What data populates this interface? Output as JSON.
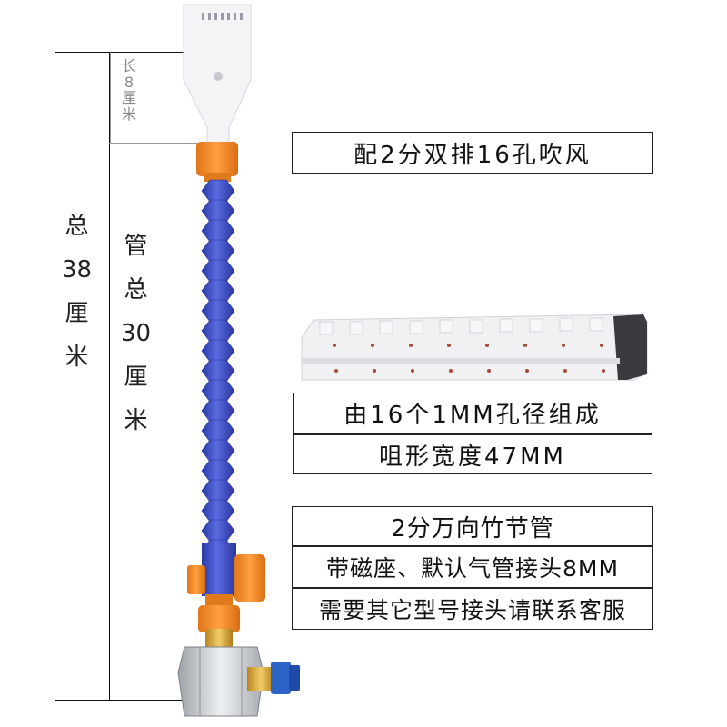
{
  "dimensions": {
    "total_length": [
      "总",
      "38",
      "厘",
      "米"
    ],
    "pipe_length": [
      "管",
      "总",
      "30",
      "厘",
      "米"
    ],
    "nozzle_length": [
      "长",
      "8",
      "厘",
      "米"
    ]
  },
  "labels": {
    "nozzle_type": "配2分双排16孔吹风",
    "hole_spec": "由16个1MM孔径组成",
    "mouth_width": "咀形宽度47MM",
    "pipe_type": "2分万向竹节管",
    "accessories": "带磁座、默认气管接头8MM",
    "contact": "需要其它型号接头请联系客服"
  },
  "colors": {
    "pipe_blue": "#3f4fc9",
    "fitting_orange": "#f28a1e",
    "nozzle_white": "#f4f4f6",
    "base_silver": "#c9ccd0",
    "fitting_brass": "#d4a233"
  }
}
